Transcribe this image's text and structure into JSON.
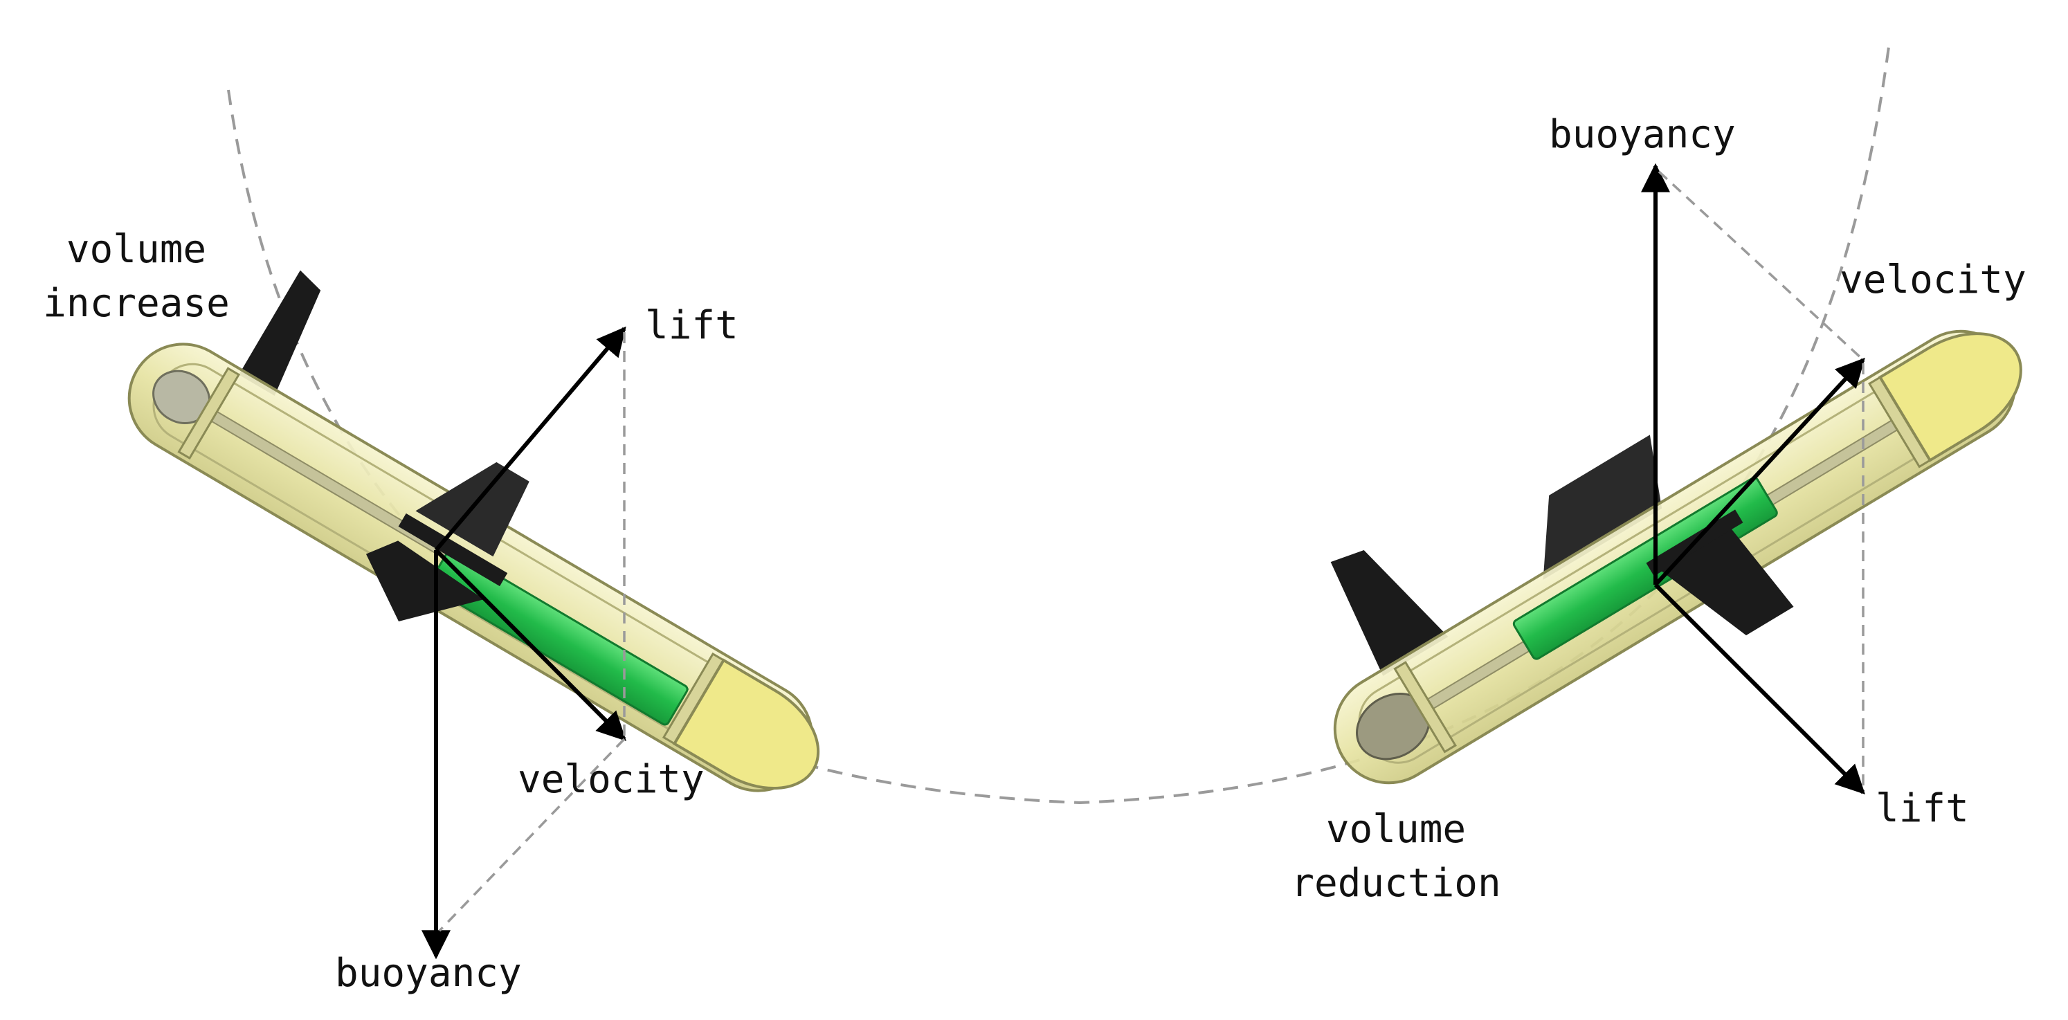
{
  "labels": {
    "left_volume_line1": "volume",
    "left_volume_line2": "increase",
    "left_lift": "lift",
    "left_velocity": "velocity",
    "left_buoyancy": "buoyancy",
    "right_buoyancy": "buoyancy",
    "right_velocity": "velocity",
    "right_lift": "lift",
    "right_volume_line1": "volume",
    "right_volume_line2": "reduction"
  },
  "colors": {
    "hull_fill": "#e9e7a6",
    "hull_stroke": "#8a8a55",
    "nose_fill": "#efe98a",
    "battery": "#2ecc55",
    "fin": "#1b1b1b",
    "arrow": "#000000",
    "guide_line": "#9a9a9a"
  },
  "icons": {
    "left_glider": "underwater-glider-descending",
    "right_glider": "underwater-glider-ascending"
  }
}
